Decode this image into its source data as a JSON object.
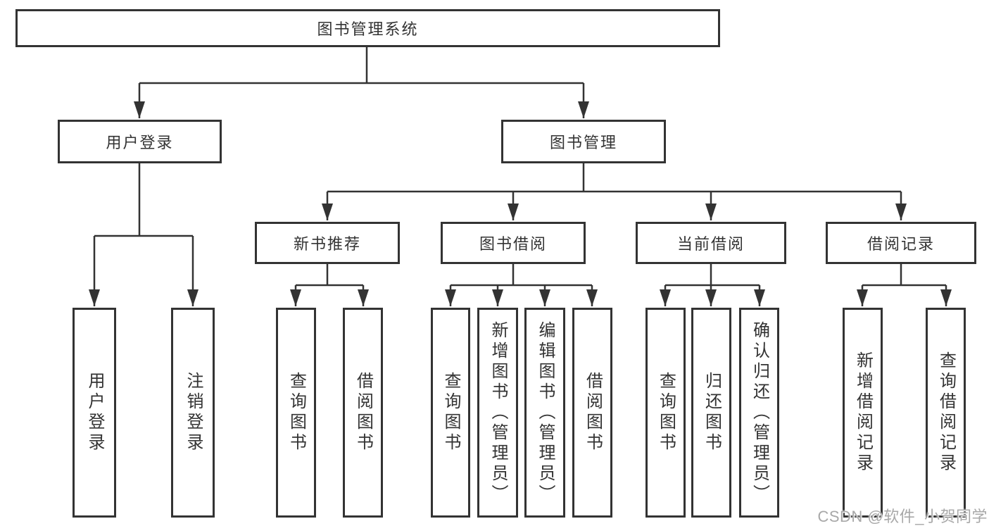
{
  "colors": {
    "line": "#333333",
    "text": "#333333",
    "boxbg": "#ffffff",
    "pagebg": "#ffffff",
    "watermark": "#a8a8a8"
  },
  "watermark": {
    "text": "CSDN @软件_小贺同学"
  },
  "tree": {
    "root": {
      "label": "图书管理系统",
      "children": [
        {
          "label": "用户登录",
          "children": [
            {
              "label": "用户登录"
            },
            {
              "label": "注销登录"
            }
          ]
        },
        {
          "label": "图书管理",
          "children": [
            {
              "label": "新书推荐",
              "children": [
                {
                  "label": "查询图书"
                },
                {
                  "label": "借阅图书"
                }
              ]
            },
            {
              "label": "图书借阅",
              "children": [
                {
                  "label": "查询图书"
                },
                {
                  "label": "新增图书（管理员）"
                },
                {
                  "label": "编辑图书（管理员）"
                },
                {
                  "label": "借阅图书"
                }
              ]
            },
            {
              "label": "当前借阅",
              "children": [
                {
                  "label": "查询图书"
                },
                {
                  "label": "归还图书"
                },
                {
                  "label": "确认归还（管理员）"
                }
              ]
            },
            {
              "label": "借阅记录",
              "children": [
                {
                  "label": "新增借阅记录"
                },
                {
                  "label": "查询借阅记录"
                }
              ]
            }
          ]
        }
      ]
    }
  }
}
